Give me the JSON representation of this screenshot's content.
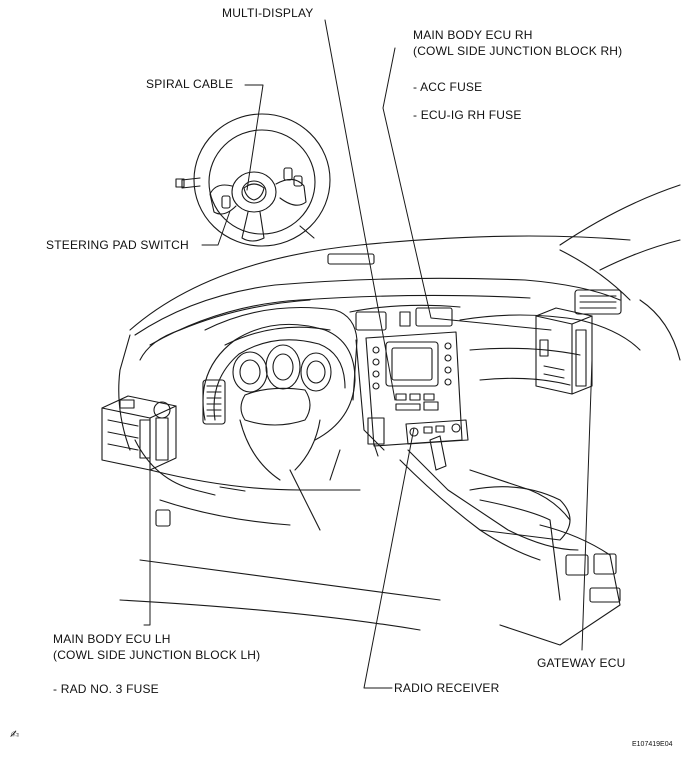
{
  "labels": {
    "multi_display": "MULTI-DISPLAY",
    "main_body_ecu_rh_line1": "MAIN BODY ECU RH",
    "main_body_ecu_rh_line2": "(COWL SIDE JUNCTION BLOCK RH)",
    "acc_fuse": "- ACC FUSE",
    "ecu_ig_rh_fuse": "- ECU-IG RH FUSE",
    "spiral_cable": "SPIRAL CABLE",
    "steering_pad_switch": "STEERING PAD SWITCH",
    "main_body_ecu_lh_line1": "MAIN BODY ECU LH",
    "main_body_ecu_lh_line2": "(COWL SIDE JUNCTION BLOCK LH)",
    "rad_no3_fuse": "- RAD NO. 3 FUSE",
    "radio_receiver": "RADIO RECEIVER",
    "gateway_ecu": "GATEWAY ECU"
  },
  "figure_code": "E107419E04",
  "corner_glyph": "✍"
}
